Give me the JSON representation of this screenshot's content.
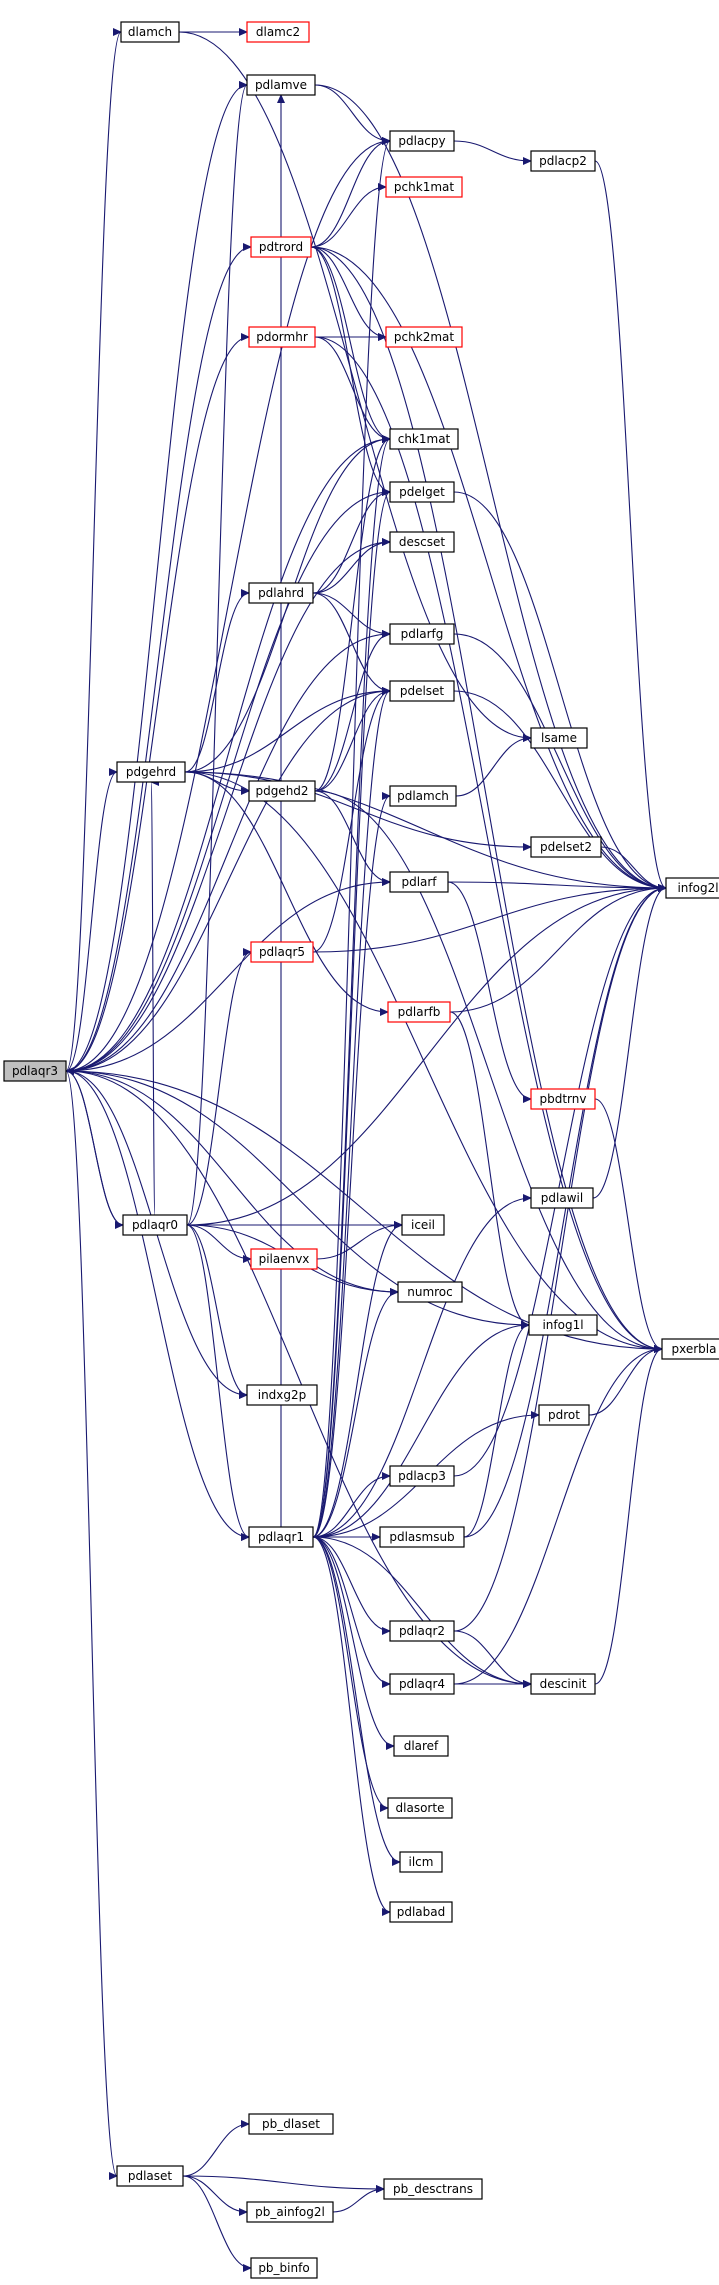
{
  "colors": {
    "edge": "#191970",
    "node_border": "#000000",
    "node_border_alt": "#ff0000",
    "node_fill": "#ffffff",
    "focus_fill": "#bfbfbf",
    "text": "#000000"
  },
  "nodes": [
    {
      "id": "pdlaqr3",
      "label": "pdlaqr3",
      "focus": true
    },
    {
      "id": "dlamch",
      "label": "dlamch"
    },
    {
      "id": "dlamc2",
      "label": "dlamc2",
      "alt": true
    },
    {
      "id": "pdlamve",
      "label": "pdlamve"
    },
    {
      "id": "pdlacpy",
      "label": "pdlacpy"
    },
    {
      "id": "pdlacp2",
      "label": "pdlacp2"
    },
    {
      "id": "pchk1mat",
      "label": "pchk1mat",
      "alt": true
    },
    {
      "id": "pdtrord",
      "label": "pdtrord",
      "alt": true
    },
    {
      "id": "pdormhr",
      "label": "pdormhr",
      "alt": true
    },
    {
      "id": "pchk2mat",
      "label": "pchk2mat",
      "alt": true
    },
    {
      "id": "chk1mat",
      "label": "chk1mat"
    },
    {
      "id": "pdelget",
      "label": "pdelget"
    },
    {
      "id": "descset",
      "label": "descset"
    },
    {
      "id": "pdlahrd",
      "label": "pdlahrd"
    },
    {
      "id": "pdlarfg",
      "label": "pdlarfg"
    },
    {
      "id": "pdelset",
      "label": "pdelset"
    },
    {
      "id": "lsame",
      "label": "lsame"
    },
    {
      "id": "pdgehrd",
      "label": "pdgehrd"
    },
    {
      "id": "pdgehd2",
      "label": "pdgehd2"
    },
    {
      "id": "pdlamch",
      "label": "pdlamch"
    },
    {
      "id": "pdelset2",
      "label": "pdelset2"
    },
    {
      "id": "infog2l",
      "label": "infog2l"
    },
    {
      "id": "pdlarf",
      "label": "pdlarf"
    },
    {
      "id": "pdlaqr5",
      "label": "pdlaqr5",
      "alt": true
    },
    {
      "id": "pdlarfb",
      "label": "pdlarfb",
      "alt": true
    },
    {
      "id": "pbdtrnv",
      "label": "pbdtrnv",
      "alt": true
    },
    {
      "id": "pdlawil",
      "label": "pdlawil"
    },
    {
      "id": "pdlaqr0",
      "label": "pdlaqr0"
    },
    {
      "id": "iceil",
      "label": "iceil"
    },
    {
      "id": "pilaenvx",
      "label": "pilaenvx",
      "alt": true
    },
    {
      "id": "numroc",
      "label": "numroc"
    },
    {
      "id": "pxerbla",
      "label": "pxerbla"
    },
    {
      "id": "infog1l",
      "label": "infog1l"
    },
    {
      "id": "indxg2p",
      "label": "indxg2p"
    },
    {
      "id": "pdrot",
      "label": "pdrot"
    },
    {
      "id": "pdlacp3",
      "label": "pdlacp3"
    },
    {
      "id": "pdlaqr1",
      "label": "pdlaqr1"
    },
    {
      "id": "pdlasmsub",
      "label": "pdlasmsub"
    },
    {
      "id": "pdlaqr2",
      "label": "pdlaqr2"
    },
    {
      "id": "pdlaqr4",
      "label": "pdlaqr4"
    },
    {
      "id": "descinit",
      "label": "descinit"
    },
    {
      "id": "dlaref",
      "label": "dlaref"
    },
    {
      "id": "dlasorte",
      "label": "dlasorte"
    },
    {
      "id": "ilcm",
      "label": "ilcm"
    },
    {
      "id": "pdlabad",
      "label": "pdlabad"
    },
    {
      "id": "pb_dlaset",
      "label": "pb_dlaset"
    },
    {
      "id": "pdlaset",
      "label": "pdlaset"
    },
    {
      "id": "pb_desctrans",
      "label": "pb_desctrans"
    },
    {
      "id": "pb_ainfog2l",
      "label": "pb_ainfog2l"
    },
    {
      "id": "pb_binfo",
      "label": "pb_binfo"
    }
  ],
  "edges": [
    [
      "pdlaqr3",
      "dlamch"
    ],
    [
      "pdlaqr3",
      "pdlamve"
    ],
    [
      "pdlaqr3",
      "pdlacpy"
    ],
    [
      "pdlaqr3",
      "pdtrord"
    ],
    [
      "pdlaqr3",
      "pdormhr"
    ],
    [
      "pdlaqr3",
      "chk1mat"
    ],
    [
      "pdlaqr3",
      "pdelget"
    ],
    [
      "pdlaqr3",
      "descset"
    ],
    [
      "pdlaqr3",
      "pdlarfg"
    ],
    [
      "pdlaqr3",
      "pdelset"
    ],
    [
      "pdlaqr3",
      "pdgehrd"
    ],
    [
      "pdlaqr3",
      "pdlarf"
    ],
    [
      "pdlaqr3",
      "pdlaqr0"
    ],
    [
      "pdlaqr3",
      "infog1l"
    ],
    [
      "pdlaqr3",
      "pdlaqr1"
    ],
    [
      "pdlaqr3",
      "pxerbla"
    ],
    [
      "pdlaqr3",
      "descinit"
    ],
    [
      "pdlaqr3",
      "pdlaset"
    ],
    [
      "pdlaqr3",
      "numroc"
    ],
    [
      "pdlaqr3",
      "indxg2p"
    ],
    [
      "dlamch",
      "dlamc2"
    ],
    [
      "dlamch",
      "lsame"
    ],
    [
      "pdlamve",
      "pdlacpy"
    ],
    [
      "pdlamve",
      "infog2l"
    ],
    [
      "pdlacpy",
      "pdlacp2"
    ],
    [
      "pdlacp2",
      "infog2l"
    ],
    [
      "pdtrord",
      "pchk1mat"
    ],
    [
      "pdtrord",
      "pchk2mat"
    ],
    [
      "pdtrord",
      "chk1mat"
    ],
    [
      "pdtrord",
      "pdelget"
    ],
    [
      "pdtrord",
      "infog2l"
    ],
    [
      "pdtrord",
      "pdlacpy"
    ],
    [
      "pdtrord",
      "pxerbla"
    ],
    [
      "pdormhr",
      "pchk2mat"
    ],
    [
      "pdormhr",
      "chk1mat"
    ],
    [
      "pdormhr",
      "pxerbla"
    ],
    [
      "pdelget",
      "infog2l"
    ],
    [
      "pdelset",
      "infog2l"
    ],
    [
      "pdlarfg",
      "infog2l"
    ],
    [
      "pdlahrd",
      "pdlarfg"
    ],
    [
      "pdlahrd",
      "pdelset"
    ],
    [
      "pdlahrd",
      "descset"
    ],
    [
      "pdlahrd",
      "pdelget"
    ],
    [
      "pdgehrd",
      "pdlahrd"
    ],
    [
      "pdgehrd",
      "pdgehd2"
    ],
    [
      "pdgehrd",
      "pdelset2"
    ],
    [
      "pdgehrd",
      "pdlarfb"
    ],
    [
      "pdgehrd",
      "chk1mat"
    ],
    [
      "pdgehrd",
      "pdelset"
    ],
    [
      "pdgehrd",
      "infog2l"
    ],
    [
      "pdgehrd",
      "pxerbla"
    ],
    [
      "pdgehd2",
      "pdlarfg"
    ],
    [
      "pdgehd2",
      "pdelset"
    ],
    [
      "pdgehd2",
      "pdlarf"
    ],
    [
      "pdgehd2",
      "chk1mat"
    ],
    [
      "pdgehd2",
      "pxerbla"
    ],
    [
      "pdlamch",
      "lsame"
    ],
    [
      "pdelset2",
      "infog2l"
    ],
    [
      "pdlarf",
      "infog2l"
    ],
    [
      "pdlarf",
      "pbdtrnv"
    ],
    [
      "pdlaqr5",
      "pdelset"
    ],
    [
      "pdlaqr5",
      "infog2l"
    ],
    [
      "pdlarfb",
      "infog2l"
    ],
    [
      "pdlarfb",
      "infog1l"
    ],
    [
      "pbdtrnv",
      "pxerbla"
    ],
    [
      "pdlaqr0",
      "pdgehrd"
    ],
    [
      "pdlaqr0",
      "pdlaqr5"
    ],
    [
      "pdlaqr0",
      "iceil"
    ],
    [
      "pdlaqr0",
      "pilaenvx"
    ],
    [
      "pdlaqr0",
      "numroc"
    ],
    [
      "pdlaqr0",
      "indxg2p"
    ],
    [
      "pdlaqr0",
      "pdlaqr1"
    ],
    [
      "pdlaqr0",
      "pdlaqr3"
    ],
    [
      "pdlaqr0",
      "infog2l"
    ],
    [
      "pdlaqr0",
      "pdlamve"
    ],
    [
      "pilaenvx",
      "iceil"
    ],
    [
      "pdlawil",
      "infog2l"
    ],
    [
      "pdrot",
      "pxerbla"
    ],
    [
      "pdlaqr1",
      "pdlamch"
    ],
    [
      "pdlaqr1",
      "pdelset"
    ],
    [
      "pdlaqr1",
      "pdlacp3"
    ],
    [
      "pdlaqr1",
      "pdlasmsub"
    ],
    [
      "pdlaqr1",
      "pdlaqr2"
    ],
    [
      "pdlaqr1",
      "pdlaqr4"
    ],
    [
      "pdlaqr1",
      "dlaref"
    ],
    [
      "pdlaqr1",
      "dlasorte"
    ],
    [
      "pdlaqr1",
      "ilcm"
    ],
    [
      "pdlaqr1",
      "pdlabad"
    ],
    [
      "pdlaqr1",
      "pdlawil"
    ],
    [
      "pdlaqr1",
      "pdrot"
    ],
    [
      "pdlaqr1",
      "infog1l"
    ],
    [
      "pdlaqr1",
      "iceil"
    ],
    [
      "pdlaqr1",
      "numroc"
    ],
    [
      "pdlaqr1",
      "descinit"
    ],
    [
      "pdlaqr1",
      "pdelget"
    ],
    [
      "pdlaqr1",
      "pdlacpy"
    ],
    [
      "pdlaqr1",
      "pdlamve"
    ],
    [
      "pdlaqr1",
      "chk1mat"
    ],
    [
      "pdlacp3",
      "infog2l"
    ],
    [
      "pdlasmsub",
      "infog2l"
    ],
    [
      "pdlasmsub",
      "infog1l"
    ],
    [
      "pdlaqr2",
      "descinit"
    ],
    [
      "pdlaqr2",
      "infog2l"
    ],
    [
      "pdlaqr4",
      "descinit"
    ],
    [
      "pdlaqr4",
      "pxerbla"
    ],
    [
      "descinit",
      "pxerbla"
    ],
    [
      "pdlaset",
      "pb_dlaset"
    ],
    [
      "pdlaset",
      "pb_desctrans"
    ],
    [
      "pdlaset",
      "pb_ainfog2l"
    ],
    [
      "pdlaset",
      "pb_binfo"
    ],
    [
      "pb_ainfog2l",
      "pb_desctrans"
    ]
  ]
}
